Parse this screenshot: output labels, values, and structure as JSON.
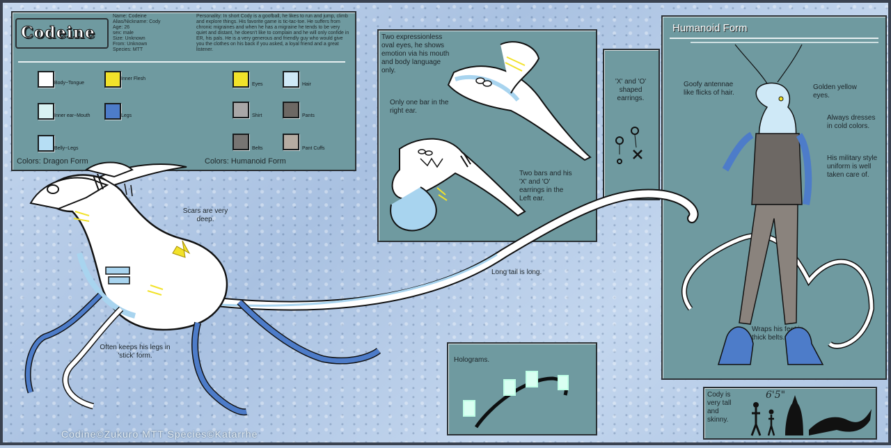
{
  "title_logo": "Codeine",
  "profile": {
    "name": "Name: Codeine",
    "alias": "Alias/Nickname: Cody",
    "age": "Age: 26",
    "sex": "sex: male",
    "size": "Size: Unknown",
    "from": "From: Unknown",
    "species": "Species: MTT"
  },
  "personality_text": "Personality: In short Cody is a goofball, he likes to run and jump, climb and explore things. His favorite game is tic-tac-toe. He suffers from chronic migraines and when he has a migraine he tends to be very quiet and distant, he doesn't like to complain and he will only confide in ER, his pals. He is a very generous and friendly guy who would give you the clothes on his back if you asked, a loyal friend and a great listener.",
  "colors": {
    "dragon_heading": "Colors: Dragon Form",
    "humanoid_heading": "Colors: Humanoid Form",
    "dragon": [
      {
        "label": "Body~Tongue",
        "hex": "#ffffff"
      },
      {
        "label": "Inner Flesh",
        "hex": "#f2e22a"
      },
      {
        "label": "Inner ear~Mouth",
        "hex": "#d8f2f2"
      },
      {
        "label": "Legs",
        "hex": "#4d7cc9"
      },
      {
        "label": "Belly~Legs",
        "hex": "#b6def4"
      }
    ],
    "humanoid": [
      {
        "label": "Eyes",
        "hex": "#f2e22a"
      },
      {
        "label": "Hair",
        "hex": "#cfe9f7"
      },
      {
        "label": "Shirt",
        "hex": "#a9a7a7"
      },
      {
        "label": "Pants",
        "hex": "#6d6864"
      },
      {
        "label": "Belts",
        "hex": "#777573"
      },
      {
        "label": "Pant Cuffs",
        "hex": "#b6aca2"
      }
    ]
  },
  "head_panel": {
    "note1": "Two expressionless oval eyes, he shows emotion via his mouth and body language only.",
    "note2": "Only one bar in the right ear.",
    "note3": "Two bars and his 'X' and 'O' earrings in the Left ear."
  },
  "earring_panel": {
    "note": "'X' and 'O' shaped earrings."
  },
  "humanoid_panel": {
    "heading": "Humanoid Form",
    "note_antennae": "Goofy antennae like flicks of hair.",
    "note_eyes": "Golden yellow eyes.",
    "note_colors": "Always dresses in cold colors.",
    "note_uniform": "His military style uniform is well taken care of.",
    "note_feet": "Wraps his feet in thick belts."
  },
  "hologram_panel": {
    "note": "Holograms."
  },
  "height_panel": {
    "note": "Cody is very tall and skinny.",
    "height": "6'5\""
  },
  "dragon_notes": {
    "scars": "Scars are very deep.",
    "tail": "Long tail is long.",
    "legs": "Often keeps his legs in 'stick' form."
  },
  "credit": "Codine©Zukuro  MTT Species©Katarrhe"
}
